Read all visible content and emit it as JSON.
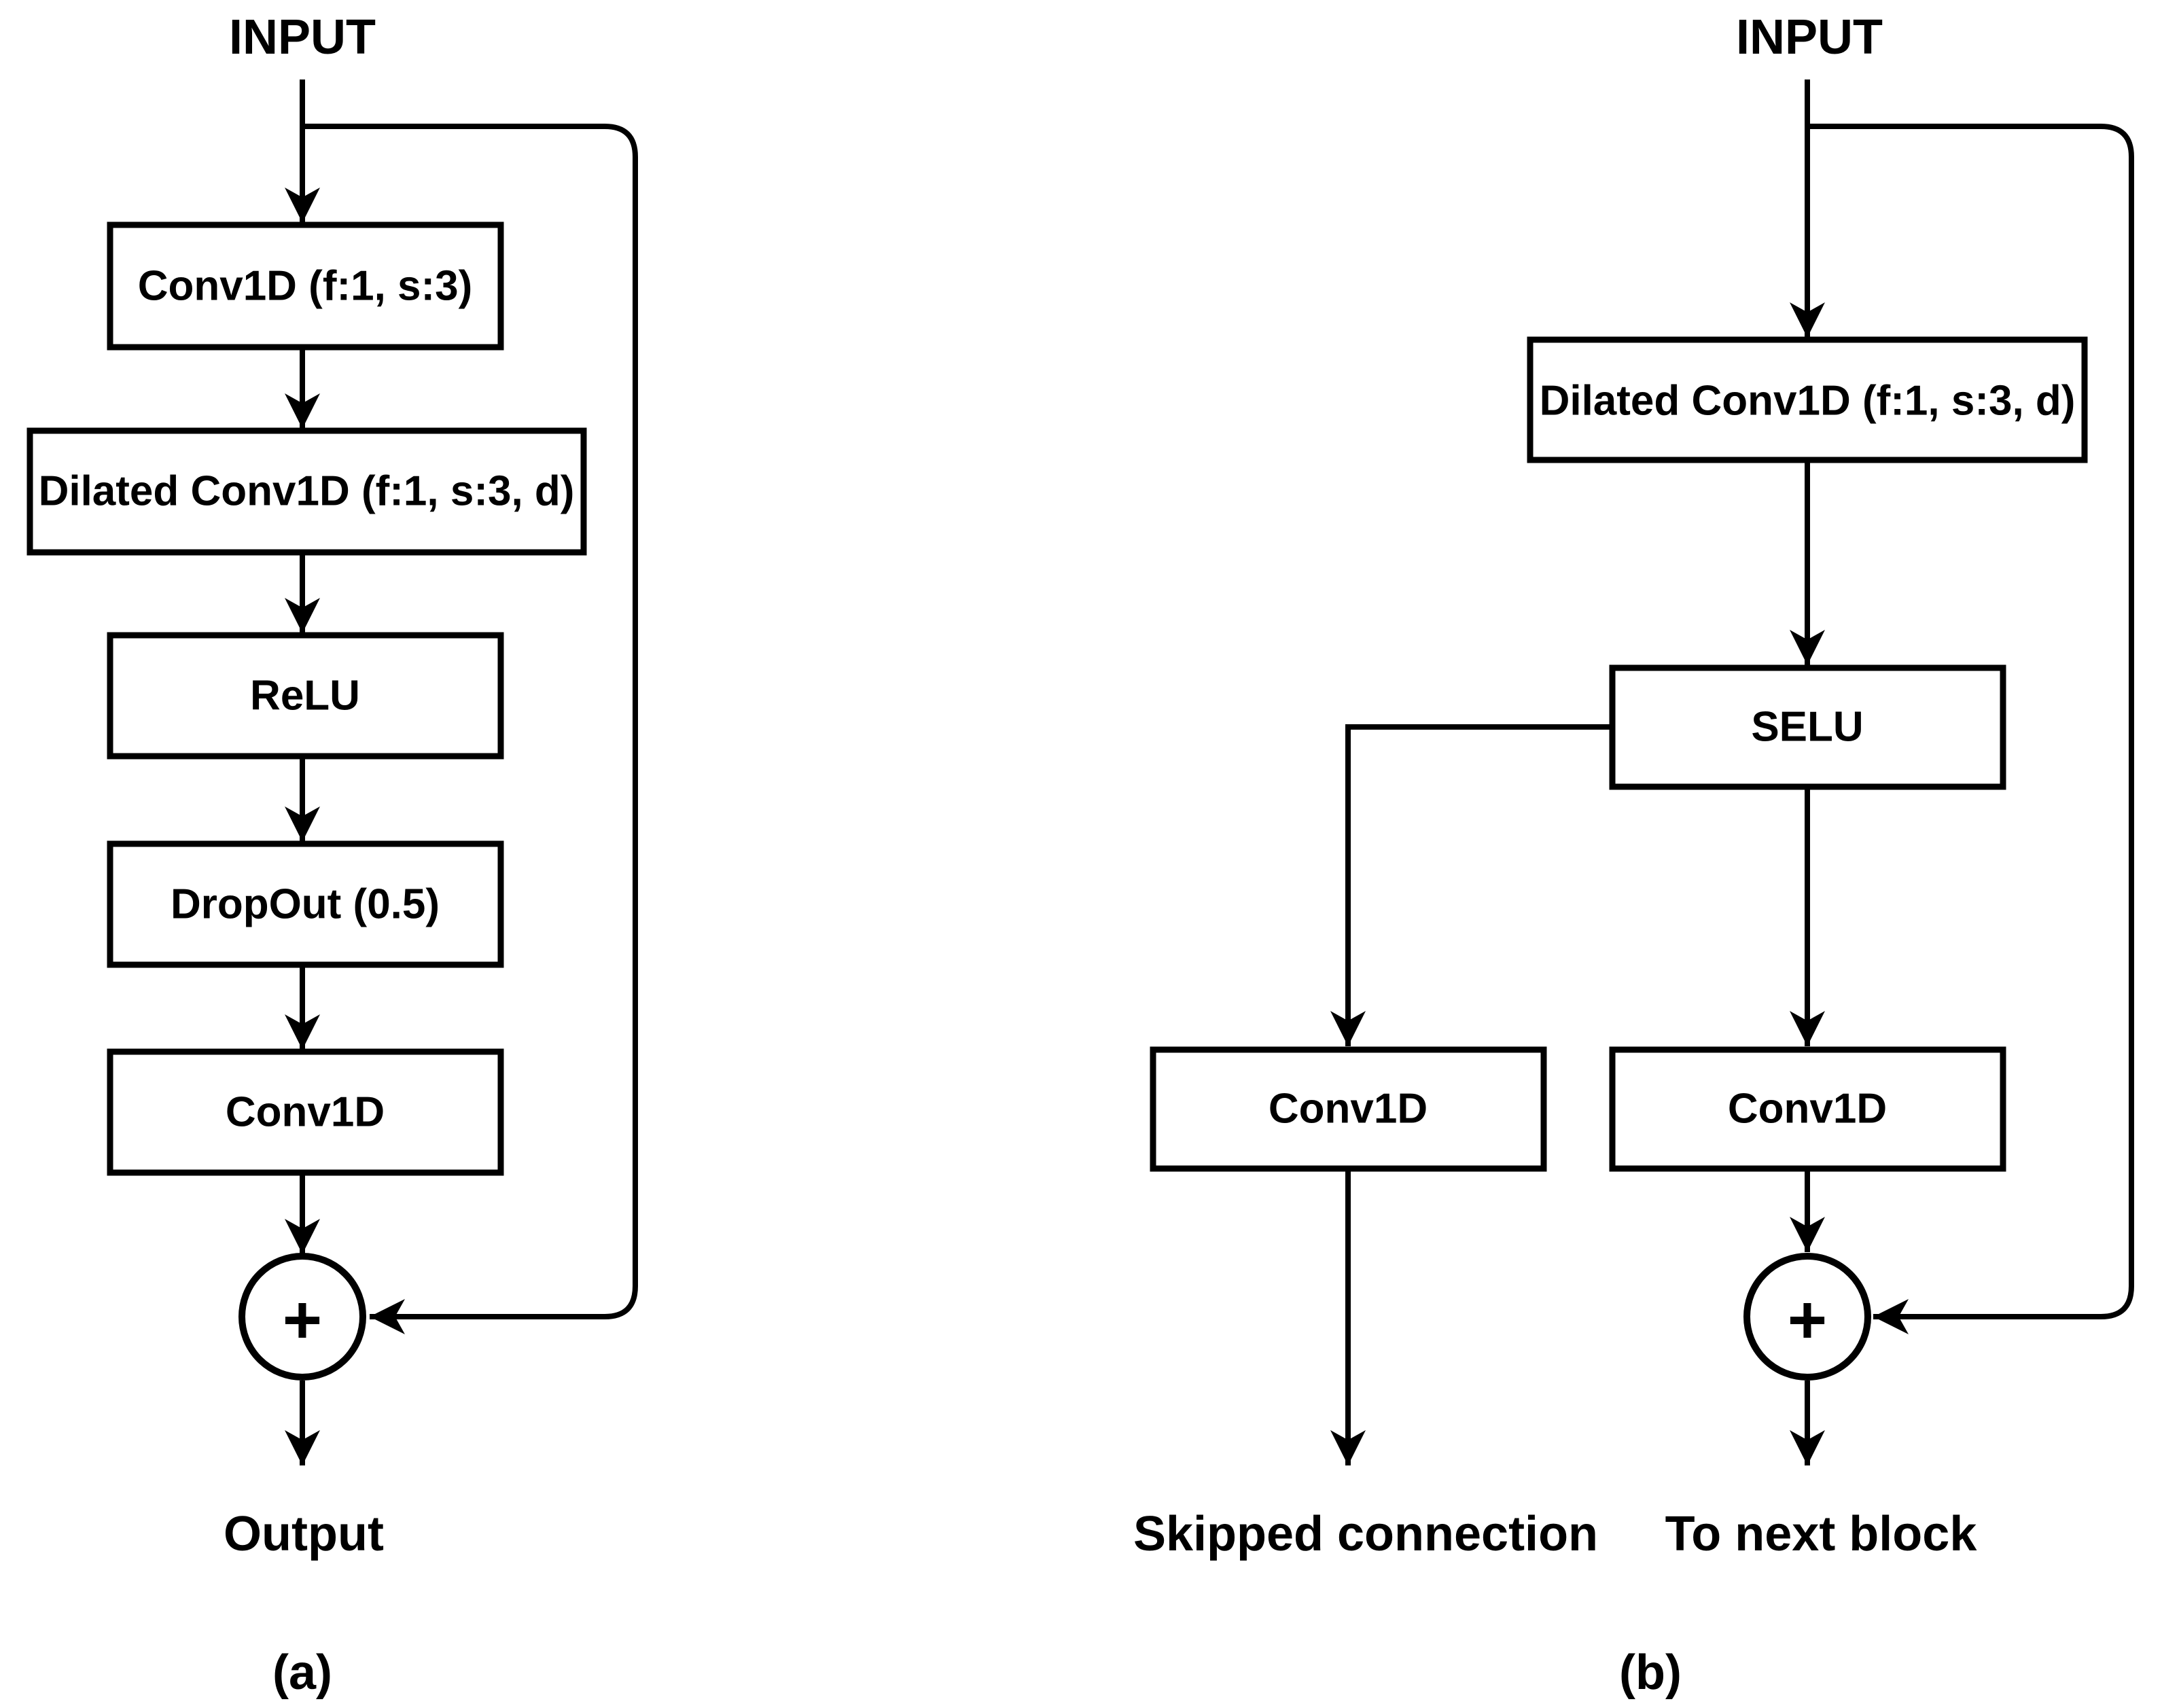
{
  "colors": {
    "background": "#ffffff",
    "ink": "#000000"
  },
  "diagram_a": {
    "input_label": "INPUT",
    "blocks": [
      {
        "label": "Conv1D (f:1, s:3)"
      },
      {
        "label": "Dilated Conv1D (f:1, s:3, d)"
      },
      {
        "label": "ReLU"
      },
      {
        "label": "DropOut (0.5)"
      },
      {
        "label": "Conv1D"
      }
    ],
    "sum_symbol": "+",
    "output_label": "Output",
    "caption": "(a)"
  },
  "diagram_b": {
    "input_label": "INPUT",
    "blocks": [
      {
        "label": "Dilated Conv1D (f:1, s:3, d)"
      },
      {
        "label": "SELU"
      },
      {
        "label": "Conv1D"
      },
      {
        "label": "Conv1D"
      }
    ],
    "sum_symbol": "+",
    "skip_output_label": "Skipped connection",
    "next_output_label": "To next block",
    "caption": "(b)"
  }
}
